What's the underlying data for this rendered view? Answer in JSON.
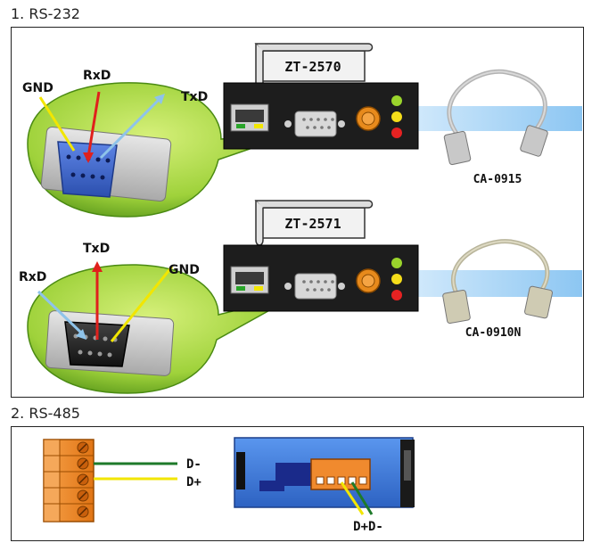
{
  "sections": [
    {
      "number": "1.",
      "title": "RS-232"
    },
    {
      "number": "2.",
      "title": "RS-485"
    }
  ],
  "rs232": {
    "top": {
      "module": "ZT-2570",
      "cable": "CA-0915",
      "pins": {
        "gnd": "GND",
        "rxd": "RxD",
        "txd": "TxD"
      }
    },
    "bottom": {
      "module": "ZT-2571",
      "cable": "CA-0910N",
      "pins": {
        "rxd": "RxD",
        "txd": "TxD",
        "gnd": "GND"
      }
    }
  },
  "rs485": {
    "terminal_labels": {
      "d_minus": "D-",
      "d_plus": "D+"
    },
    "device_label": "D+D-"
  },
  "colors": {
    "gnd_wire": "#f2e600",
    "rxd_wire": "#e0201c",
    "txd_wire": "#8ec3ea",
    "d_minus_wire": "#1e7a2a",
    "d_plus_wire": "#f2e600",
    "bubble_green": "#9fd23b",
    "terminal_orange": "#f08a2e",
    "device_blue": "#3a78d6"
  }
}
